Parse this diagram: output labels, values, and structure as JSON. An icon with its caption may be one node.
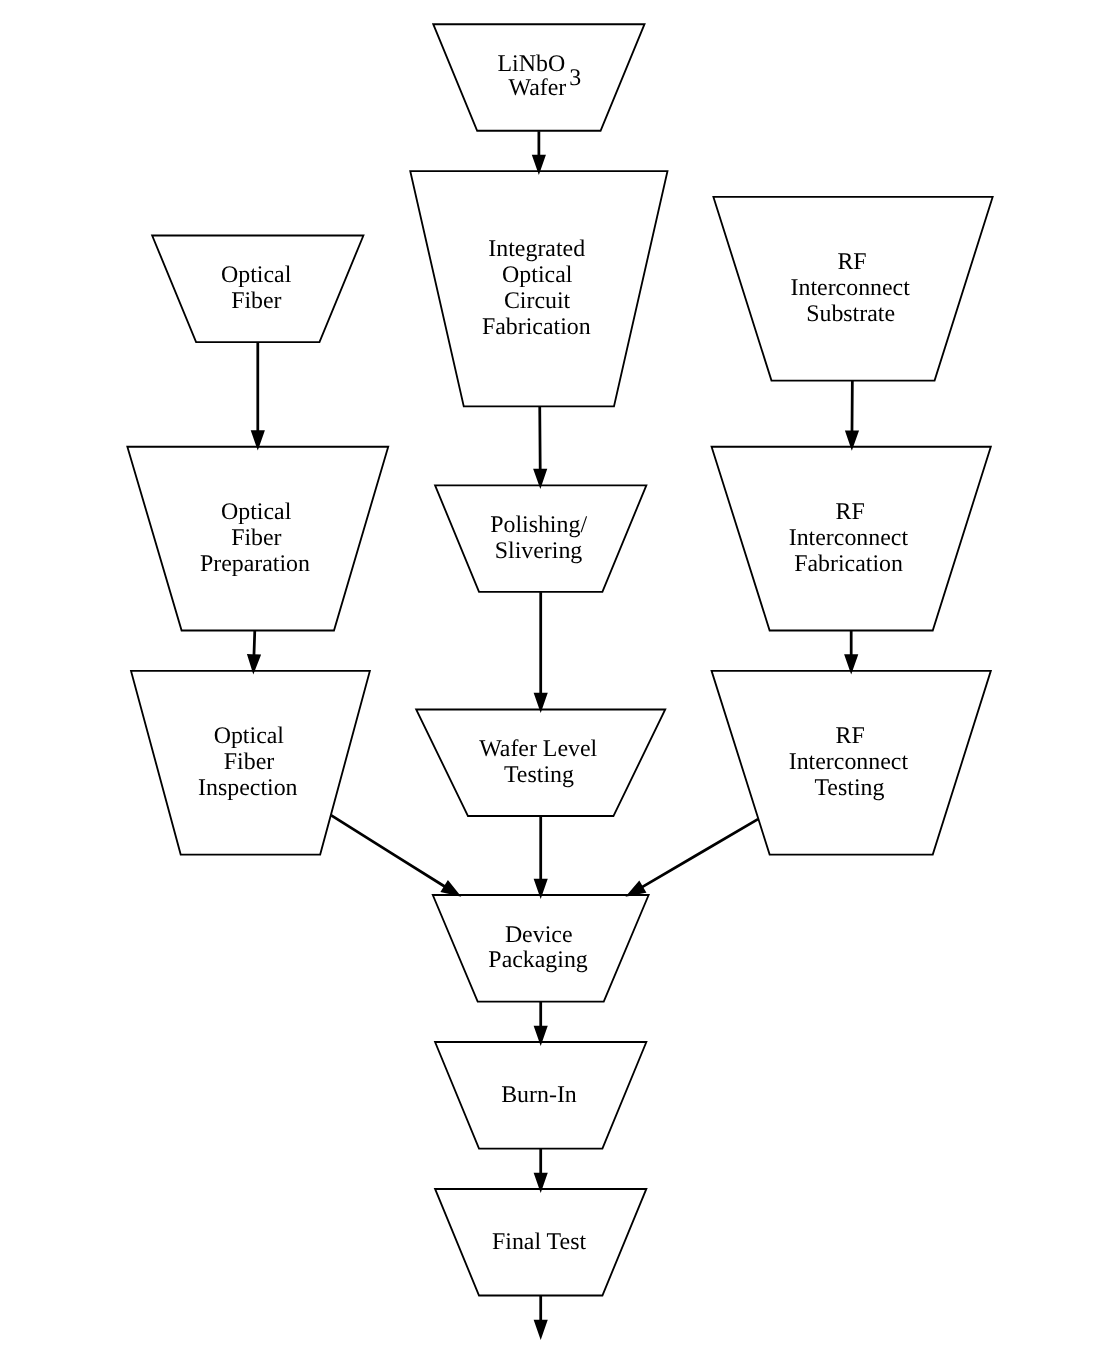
{
  "diagram": {
    "nodes": [
      {
        "text": [
          "LiNbO$_{3}$ Wafer"
        ]
      },
      {
        "text": [
          "Optical Fiber"
        ]
      },
      {
        "text": [
          "Integrated Optical Circuit Fabrication"
        ]
      },
      {
        "text": [
          "RF Interconnect Substrate"
        ]
      },
      {
        "text": [
          "Optical Fiber Preparation"
        ]
      },
      {
        "text": [
          "Polishing/ Slivering"
        ]
      },
      {
        "text": [
          "RF Interconnect Fabrication"
        ]
      },
      {
        "text": [
          "Optical Fiber Inspection"
        ]
      },
      {
        "text": [
          "Wafer Level Testing"
        ]
      },
      {
        "text": [
          "RF Interconnect Testing"
        ]
      },
      {
        "text": [
          "Device Packaging"
        ]
      },
      {
        "text": [
          "Burn-In"
        ]
      },
      {
        "text": [
          "Final Test"
        ]
      }
    ],
    "edges": [
      {
        "from": 0,
        "to": 2,
        "arrow": "to"
      },
      {
        "from": 2,
        "to": 5,
        "arrow": "to"
      },
      {
        "from": 5,
        "to": 8,
        "arrow": "to"
      },
      {
        "from": 8,
        "to": 10,
        "arrow": "to"
      },
      {
        "from": 1,
        "to": 4,
        "arrow": "to"
      },
      {
        "from": 4,
        "to": 7,
        "arrow": "to"
      },
      {
        "from": 7,
        "to": 10,
        "arrow": "to"
      },
      {
        "from": 3,
        "to": 6,
        "arrow": "to"
      },
      {
        "from": 6,
        "to": 9,
        "arrow": "to"
      },
      {
        "from": 9,
        "to": 10,
        "arrow": "to"
      },
      {
        "from": 10,
        "to": 11,
        "arrow": "to"
      },
      {
        "from": 11,
        "to": 12,
        "arrow": "to"
      },
      {
        "from": 12,
        "to": null,
        "arrow": "to"
      }
    ]
  }
}
